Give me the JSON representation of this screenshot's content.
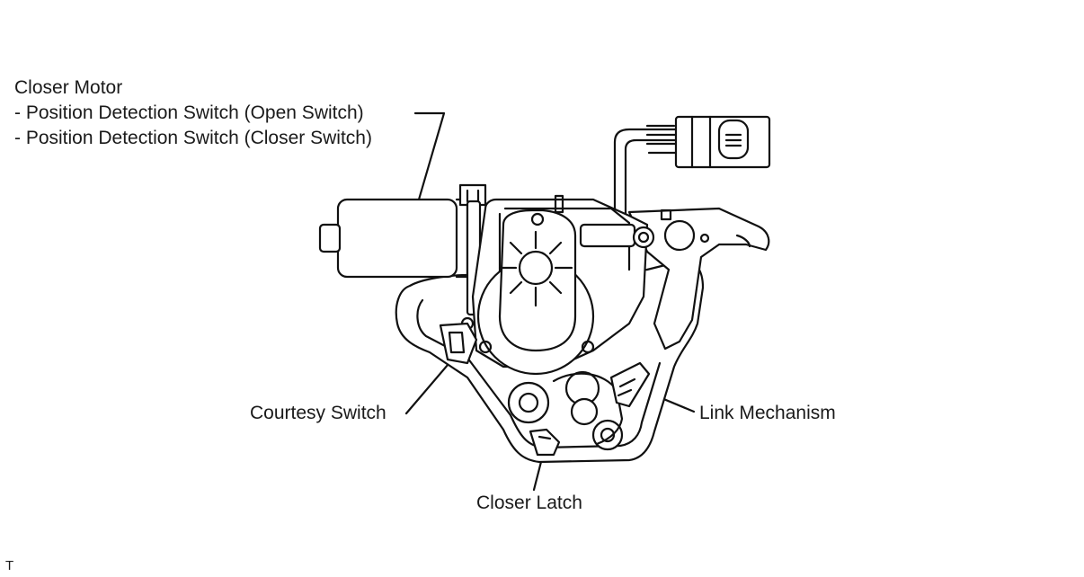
{
  "labels": {
    "closer_motor_title": "Closer Motor",
    "closer_motor_line1": "- Position Detection Switch (Open Switch)",
    "closer_motor_line2": "- Position Detection Switch (Closer Switch)",
    "courtesy_switch": "Courtesy Switch",
    "link_mechanism": "Link Mechanism",
    "closer_latch": "Closer Latch",
    "corner_mark": "T"
  }
}
